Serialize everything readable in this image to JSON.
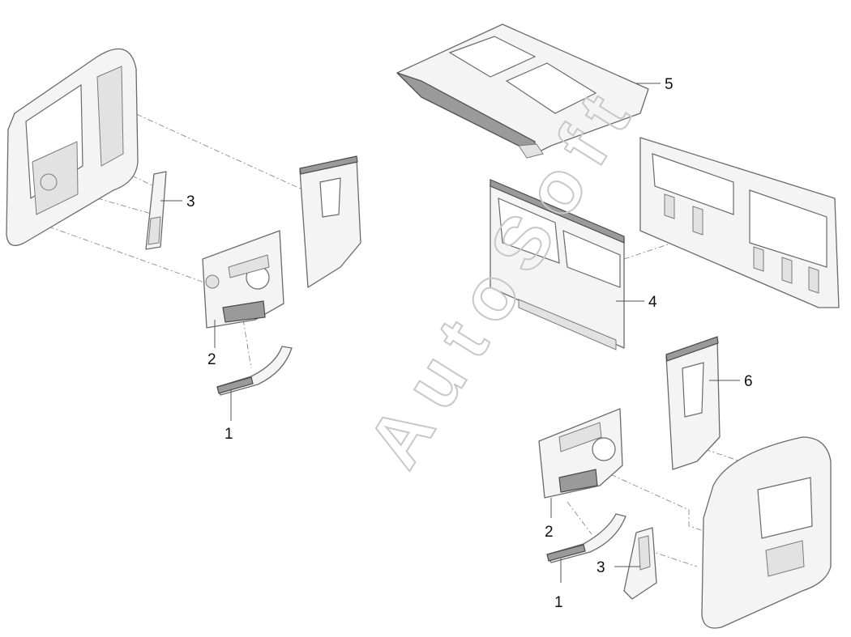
{
  "watermark": "AutoSoft",
  "callouts": {
    "left_3": "3",
    "left_2": "2",
    "left_1": "1",
    "roof_5": "5",
    "back_4": "4",
    "right_6": "6",
    "right_2": "2",
    "right_3": "3",
    "right_1": "1"
  },
  "colors": {
    "line": "#6a6a6a",
    "fill": "#f4f4f4",
    "watermark": "#c8c8c8"
  }
}
